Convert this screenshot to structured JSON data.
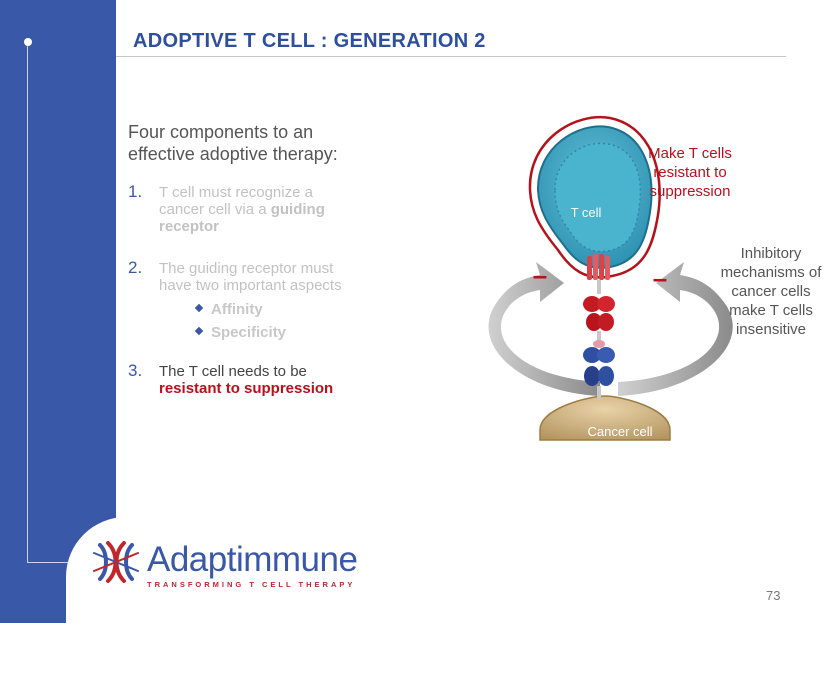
{
  "slide": {
    "title": "ADOPTIVE T CELL : GENERATION 2",
    "intro": "Four components to an effective adoptive therapy:",
    "items": [
      {
        "num": "1.",
        "text_pre": "T cell must recognize a cancer cell via a ",
        "text_bold": "guiding receptor",
        "text_post": ""
      },
      {
        "num": "2.",
        "text_pre": "The guiding receptor must have two important aspects",
        "text_bold": "",
        "text_post": ""
      },
      {
        "num": "3.",
        "text_pre": "The T cell needs to be ",
        "text_bold": "resistant to suppression",
        "text_post": ""
      }
    ],
    "subitems": [
      "Affinity",
      "Specificity"
    ],
    "page_number": "73"
  },
  "diagram": {
    "label_red": "Make T cells resistant to suppression",
    "label_gray": "Inhibitory mechanisms of cancer cells make T cells insensitive",
    "tcell_label": "T cell",
    "cancer_label": "Cancer  cell",
    "minus_left": "–",
    "minus_right": "–"
  },
  "logo": {
    "name": "Adaptimmune",
    "tagline": "TRANSFORMING T CELL THERAPY"
  },
  "colors": {
    "brand_blue": "#3a58a8",
    "accent_red": "#b5121b",
    "tcell_teal": "#3fa8c4"
  }
}
